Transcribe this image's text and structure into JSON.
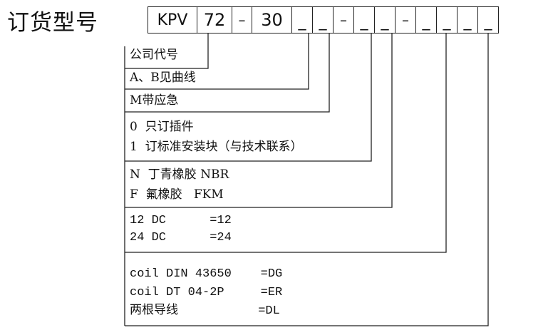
{
  "title": "订货型号",
  "code_boxes": [
    {
      "text": "KPV",
      "style": "text"
    },
    {
      "text": "72",
      "style": "num"
    },
    {
      "text": "–",
      "style": "dash"
    },
    {
      "text": "30",
      "style": "num"
    },
    {
      "text": "_",
      "style": "blank"
    },
    {
      "text": "_",
      "style": "blank"
    },
    {
      "text": "–",
      "style": "dash"
    },
    {
      "text": "_",
      "style": "blank"
    },
    {
      "text": "_",
      "style": "blank"
    },
    {
      "text": "–",
      "style": "dash"
    },
    {
      "text": "_",
      "style": "blank"
    },
    {
      "text": "_",
      "style": "blank"
    },
    {
      "text": "_",
      "style": "blank"
    },
    {
      "text": "_",
      "style": "blank"
    }
  ],
  "legend": {
    "company_code": "公司代号",
    "ab_curve": "A、B见曲线",
    "m_emergency": "M带应急",
    "option_0": "0  只订插件",
    "option_1": "1  订标准安装块（与技术联系）",
    "seal_n": "N  丁青橡胶 NBR",
    "seal_f": "F  氟橡胶   FKM",
    "voltage_12": "12 DC      =12",
    "voltage_24": "24 DC      =24",
    "coil_din": "coil DIN 43650    =DG",
    "coil_dt": "coil DT 04-2P     =ER",
    "two_wire": "两根导线           =DL"
  }
}
